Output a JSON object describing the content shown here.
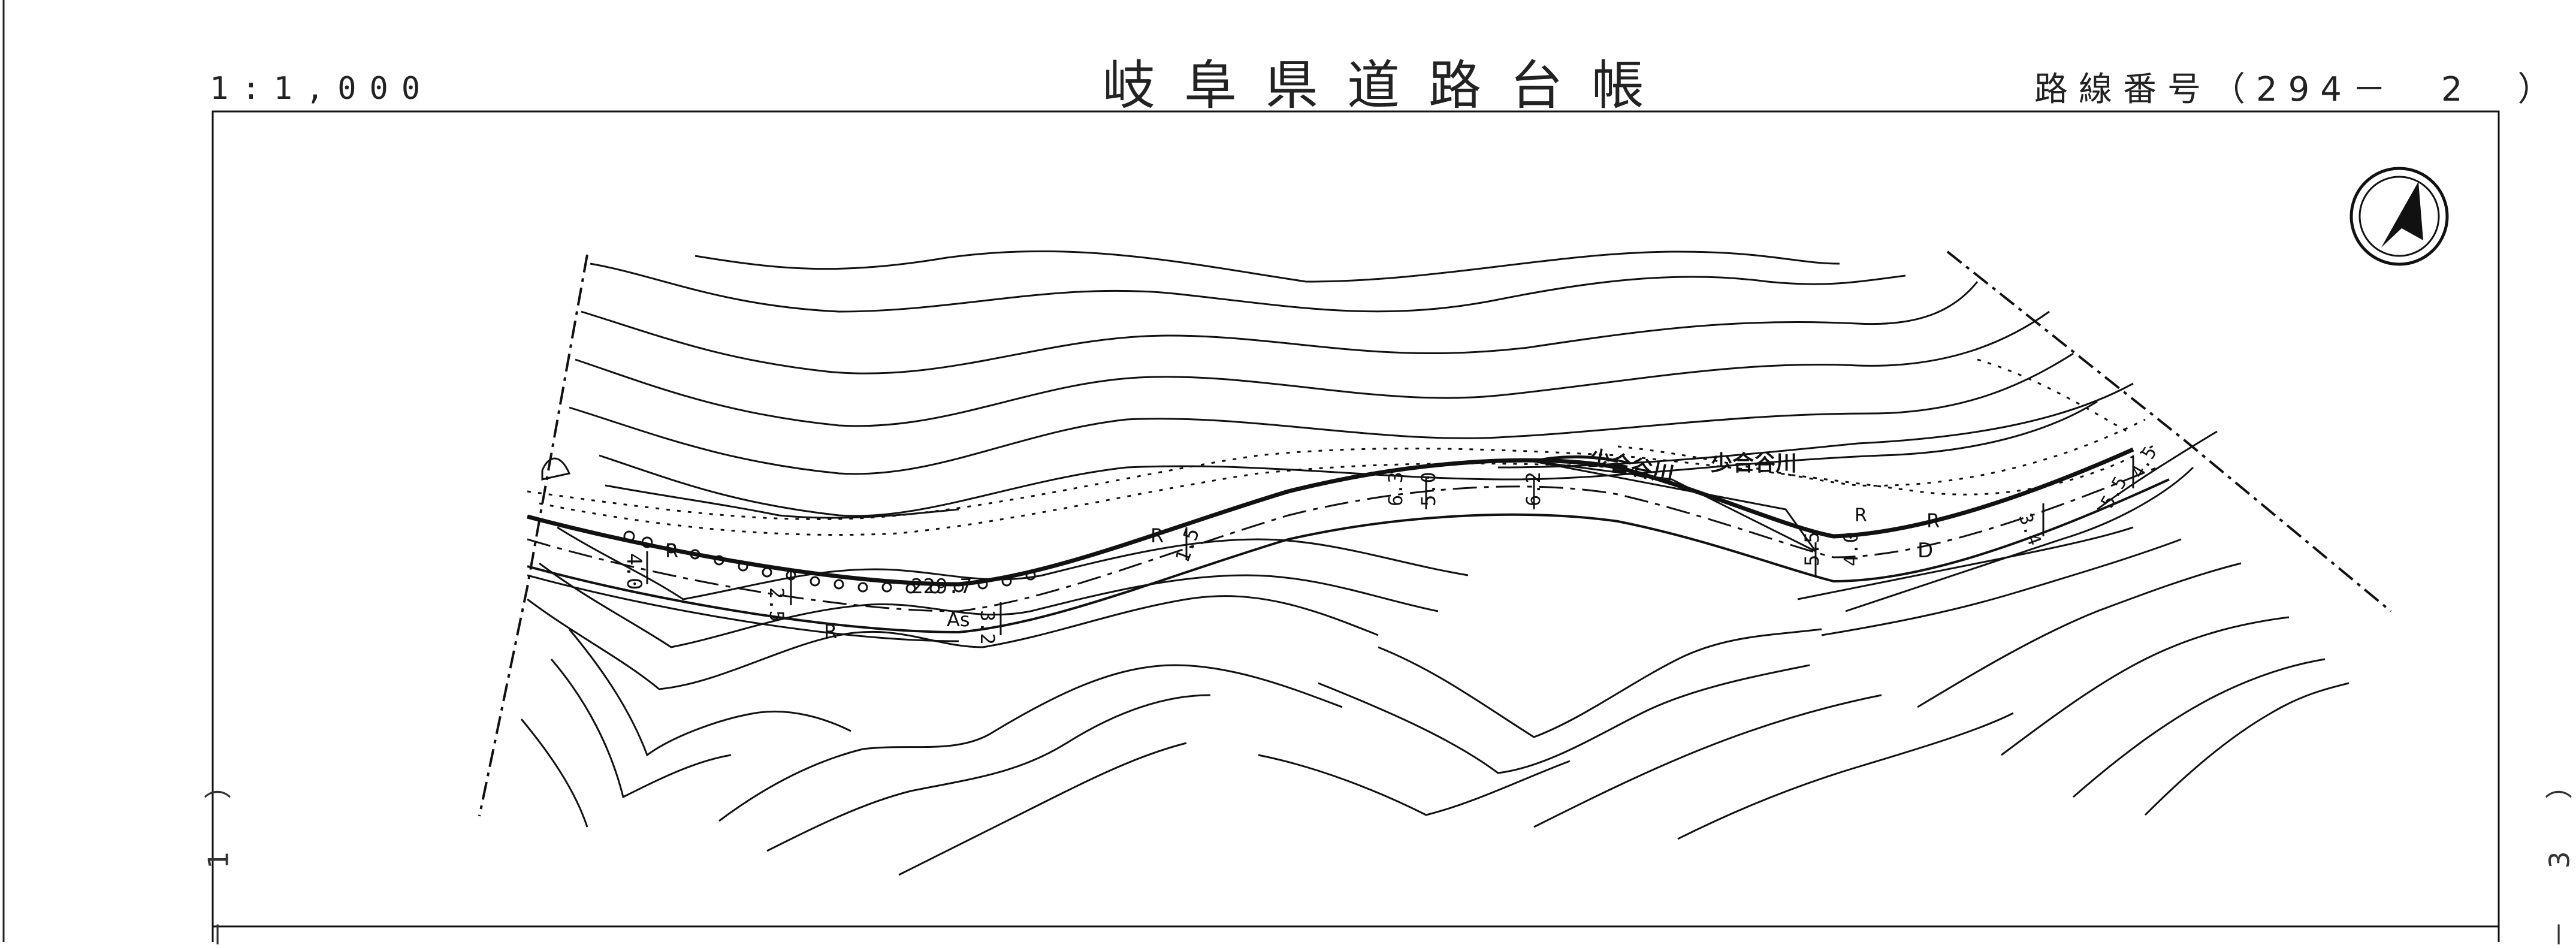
{
  "header": {
    "title": "岐阜県道路台帳",
    "scale": "1:1,000",
    "route": "路線番号（294－　2　）"
  },
  "side_marks": {
    "left": "－ 1 ）",
    "right": "－ 3 ）"
  },
  "map": {
    "river_label": "少合谷川",
    "river_label_right": "少合谷川",
    "elevation": "229.7",
    "surface": "As",
    "labels": {
      "r1": "R",
      "r2": "R",
      "r3": "R",
      "r4": "R",
      "r5": "R",
      "d": "D",
      "w_4_0": "4.0",
      "w_2_5": "2.5",
      "w_3_2": "3.2",
      "w_1_5": "1.5",
      "w_6_3": "6.3",
      "w_5_0": "5.0",
      "w_6_2": "6.2",
      "w_5_5a": "5.5",
      "w_4_0b": "4.0",
      "w_3_4": "3.4",
      "w_5_5b": "5.5",
      "w_4_5": "4.5"
    },
    "north_arrow": "north-arrow-icon"
  }
}
